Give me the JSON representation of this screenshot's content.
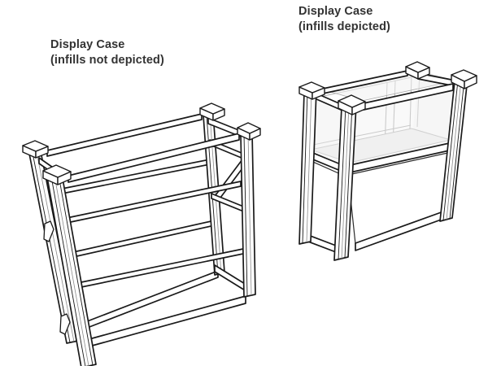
{
  "page": {
    "background": "#ffffff",
    "description": "Two isometric line drawings of modular display cases"
  },
  "colors": {
    "line": "#1a1a1a",
    "faint_line": "#b5b5b5",
    "glass_fill": "#f0f0f0",
    "panel_fill": "#ffffff",
    "text": "#333333"
  },
  "figures": {
    "left": {
      "name": "display-case-frame-only",
      "caption_line1": "Display Case",
      "caption_line2": "(infills not depicted)"
    },
    "right": {
      "name": "display-case-with-infills",
      "caption_line1": "Display Case",
      "caption_line2": "(infills depicted)"
    }
  }
}
